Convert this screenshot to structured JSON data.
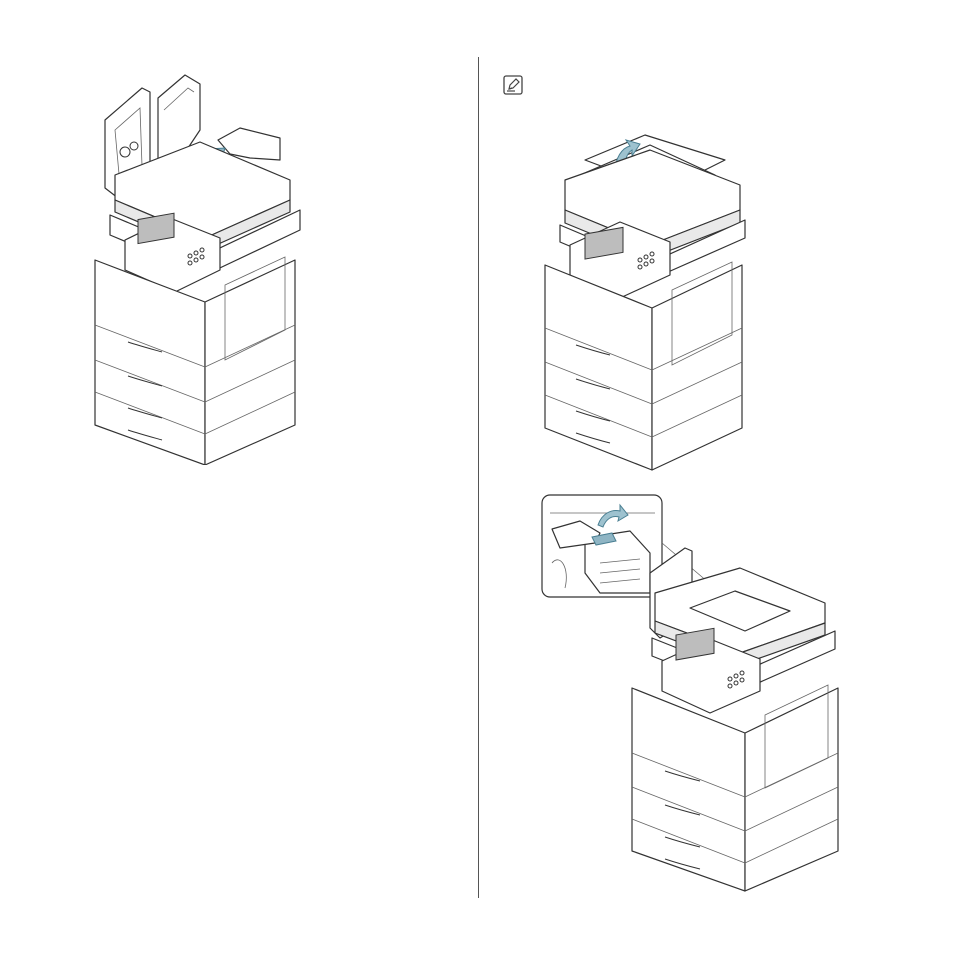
{
  "figures": [
    {
      "id": "fig-1",
      "icon": "printer-adf-cover-open-icon"
    },
    {
      "id": "fig-2",
      "icon": "printer-adf-tray-lift-icon"
    },
    {
      "id": "fig-3",
      "icon": "printer-adf-inner-cover-icon"
    }
  ],
  "note": {
    "icon": "note-pencil-icon"
  },
  "colors": {
    "arrow": "#9ec2cf",
    "line": "#333333"
  }
}
